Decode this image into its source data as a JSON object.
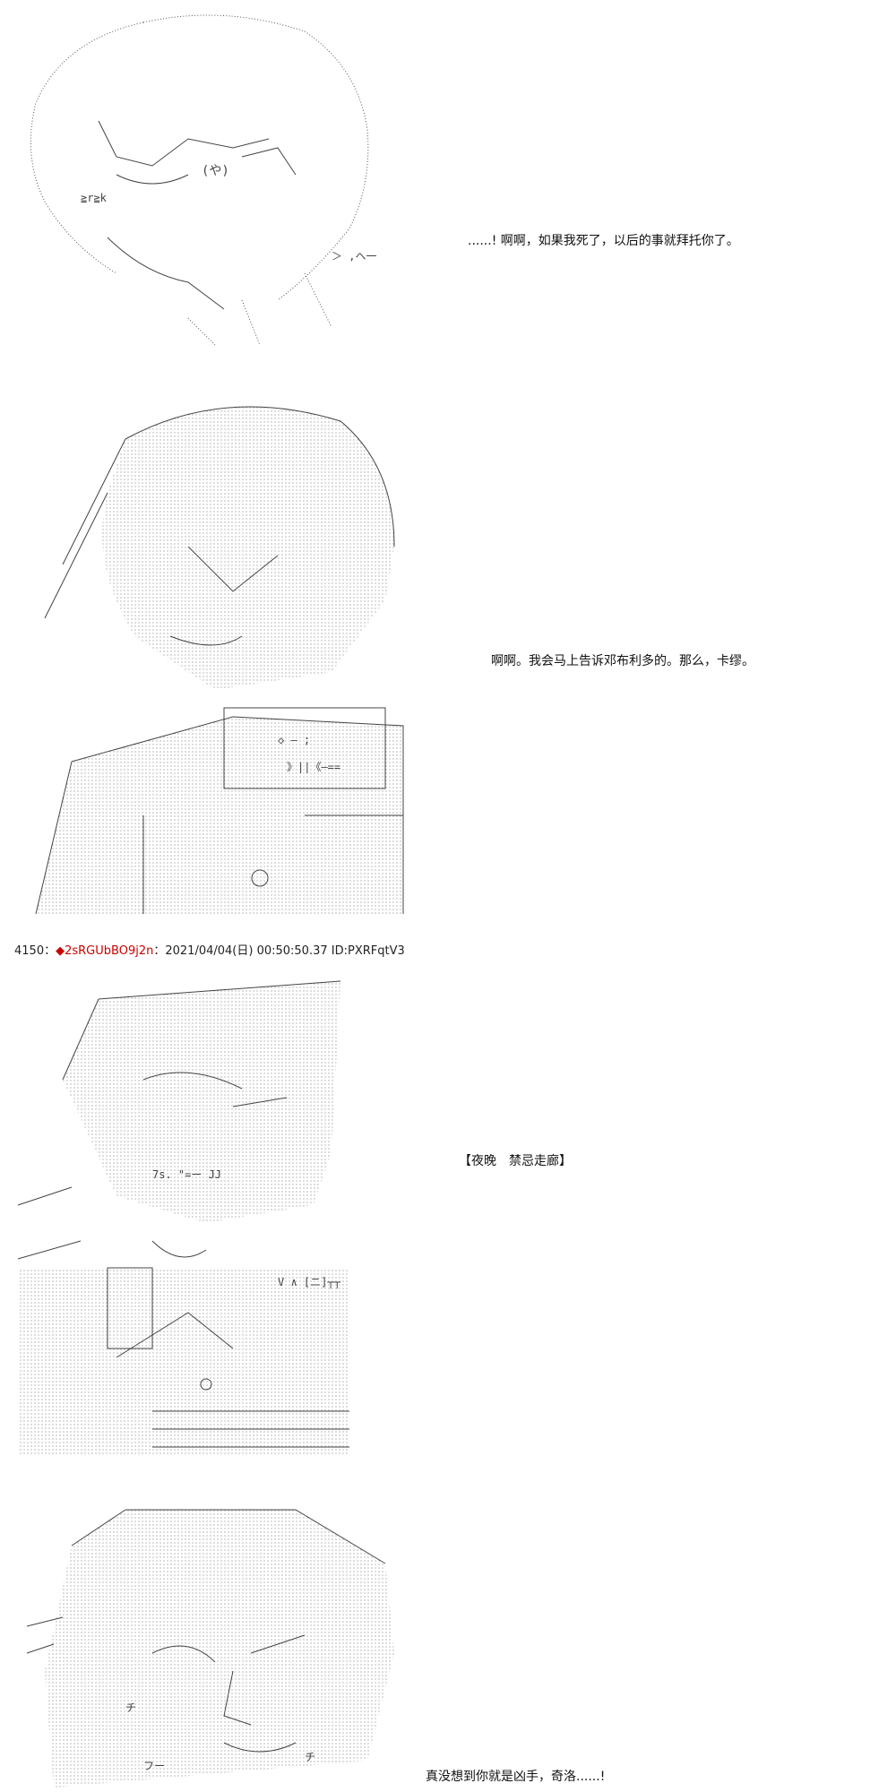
{
  "panels": [
    {
      "dialogue": "......!    啊啊，如果我死了，以后的事就拜托你了。"
    },
    {
      "dialogue": "啊啊。我会马上告诉邓布利多的。那么，卡缪。"
    },
    {
      "dialogue": "【夜晚　禁忌走廊】"
    },
    {
      "dialogue": "真没想到你就是凶手，奇洛......!"
    }
  ],
  "post": {
    "number": "4150",
    "separator": "：",
    "name_mark": "◆",
    "name": "2sRGUbBO9j2n",
    "colon": "：",
    "datetime": "2021/04/04(日) 00:50:50.37",
    "id": "ID:PXRFqtV3"
  },
  "colors": {
    "text": "#111111",
    "name": "#cc0000",
    "background": "#ffffff"
  }
}
